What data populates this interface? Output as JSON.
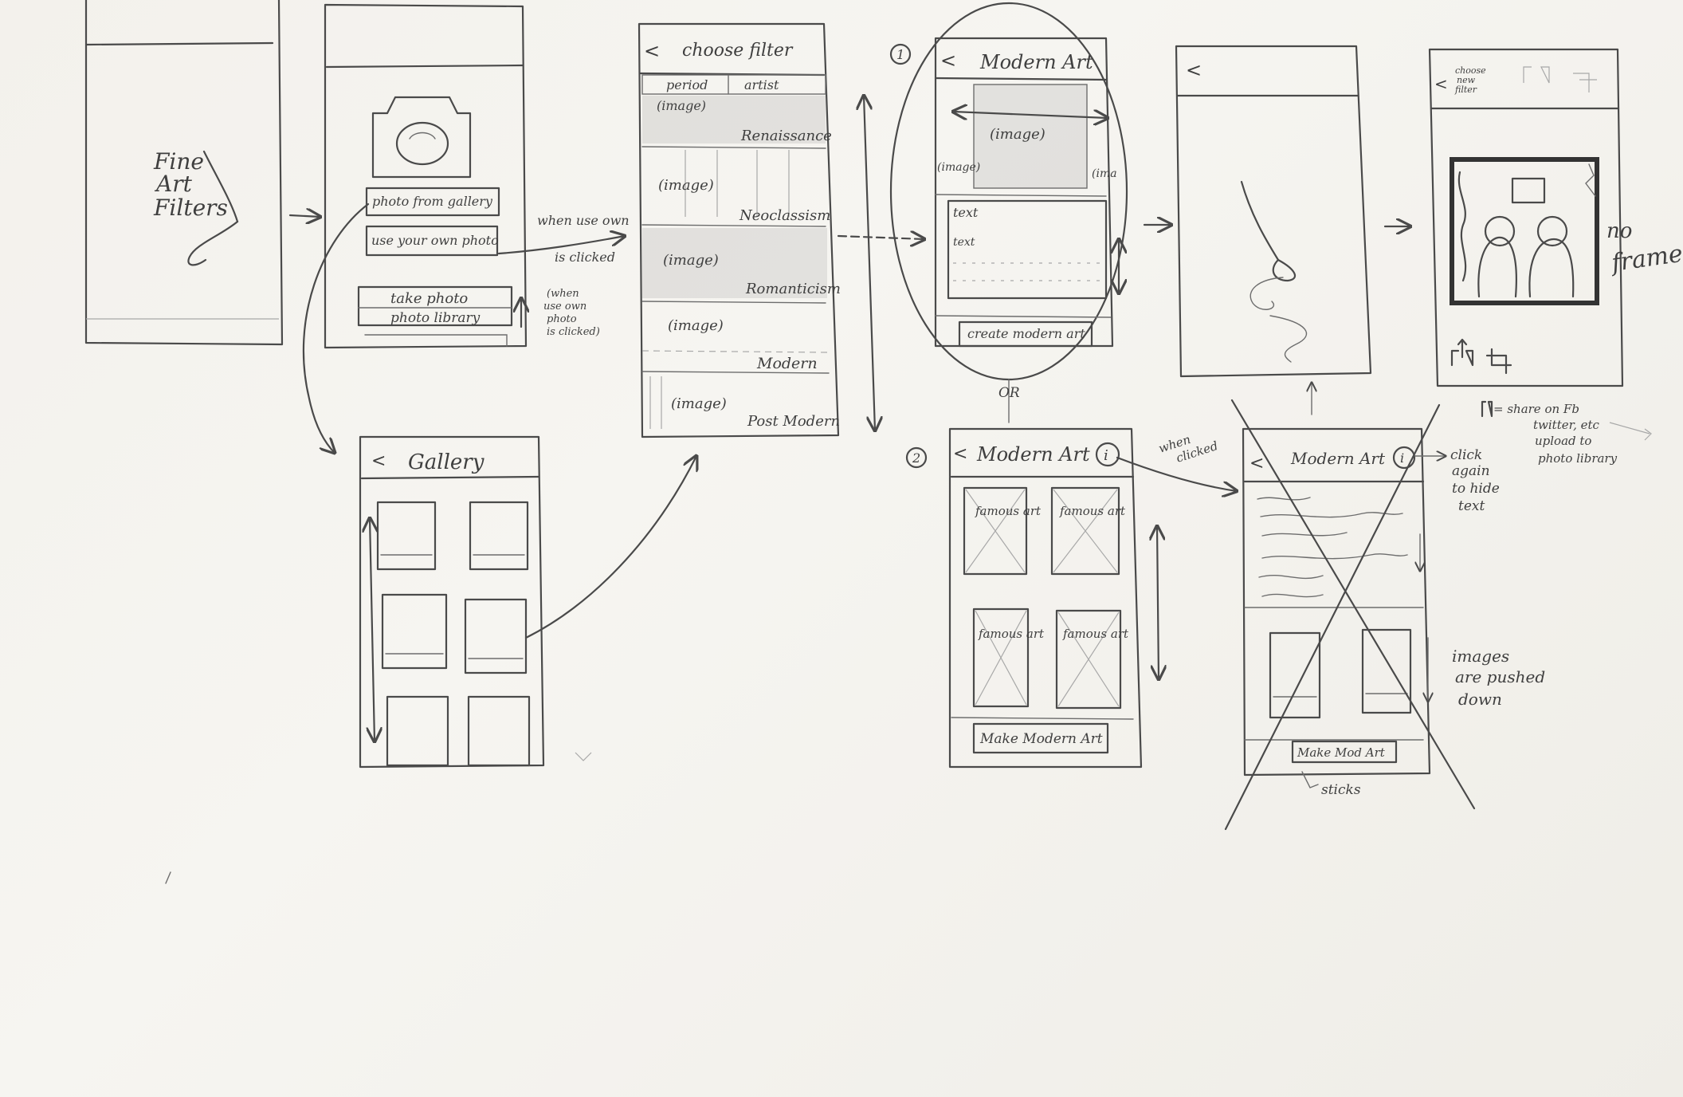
{
  "splash": {
    "title_lines": [
      "Fine",
      "Art",
      "Filters"
    ]
  },
  "home": {
    "btn_gallery": "photo from gallery",
    "btn_own": "use your own photo",
    "sheet_take": "take photo",
    "sheet_library": "photo library",
    "note_sheet": [
      "(when",
      "use own",
      "photo",
      "is clicked)"
    ],
    "note_own": [
      "when use own",
      "is clicked"
    ]
  },
  "gallery": {
    "back": "<",
    "title": "Gallery"
  },
  "choose": {
    "back": "<",
    "title": "choose filter",
    "tabs": [
      "period",
      "artist"
    ],
    "rows": [
      {
        "image": "(image)",
        "label": "Renaissance"
      },
      {
        "image": "(image)",
        "label": "Neoclassism"
      },
      {
        "image": "(image)",
        "label": "Romanticism"
      },
      {
        "image": "(image)",
        "label": "Modern"
      },
      {
        "image": "(image)",
        "label": "Post Modern"
      }
    ]
  },
  "opt1": {
    "num": "1",
    "back": "<",
    "title": "Modern Art",
    "image_center": "(image)",
    "image_left": "(image)",
    "image_right": "(ima",
    "text_heading": "text",
    "text_line": "text",
    "button": "create modern art",
    "or_label": "OR"
  },
  "opt2": {
    "num": "2",
    "back": "<",
    "title": "Modern Art",
    "info": "i",
    "cells": [
      "famous art",
      "famous art",
      "famous art",
      "famous art"
    ],
    "button": "Make Modern Art",
    "note_when": [
      "when",
      "clicked"
    ]
  },
  "loading": {
    "back": "<"
  },
  "result": {
    "top_label": [
      "choose",
      "new",
      "filter"
    ],
    "note_frame": [
      "no",
      "frame"
    ],
    "note_share": [
      "= share on Fb",
      "twitter, etc",
      "upload to",
      "photo library"
    ]
  },
  "crossed": {
    "back": "<",
    "title": "Modern Art",
    "info": "i",
    "button": "Make Mod Art",
    "note_click": [
      "click",
      "again",
      "to hide",
      "text"
    ],
    "note_images": [
      "images",
      "are pushed",
      "down"
    ],
    "note_sticks": "sticks"
  }
}
